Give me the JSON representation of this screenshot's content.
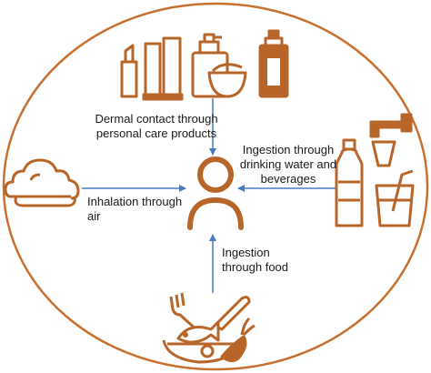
{
  "diagram": {
    "colors": {
      "ring": "#c8702f",
      "icon": "#b8652a",
      "arrow": "#4a7bbf",
      "text": "#1a1a1a"
    },
    "center": {
      "icon": "person-icon"
    },
    "pathways": {
      "dermal": {
        "label": "Dermal contact through\npersonal care products",
        "icon": "cosmetics-icon"
      },
      "water": {
        "label": "Ingestion through\ndrinking water and\nbeverages",
        "icon": "drinking-water-icon"
      },
      "air": {
        "label": "Inhalation through\nair",
        "icon": "cloud-icon"
      },
      "food": {
        "label": "Ingestion\nthrough food",
        "icon": "food-icon"
      }
    }
  }
}
